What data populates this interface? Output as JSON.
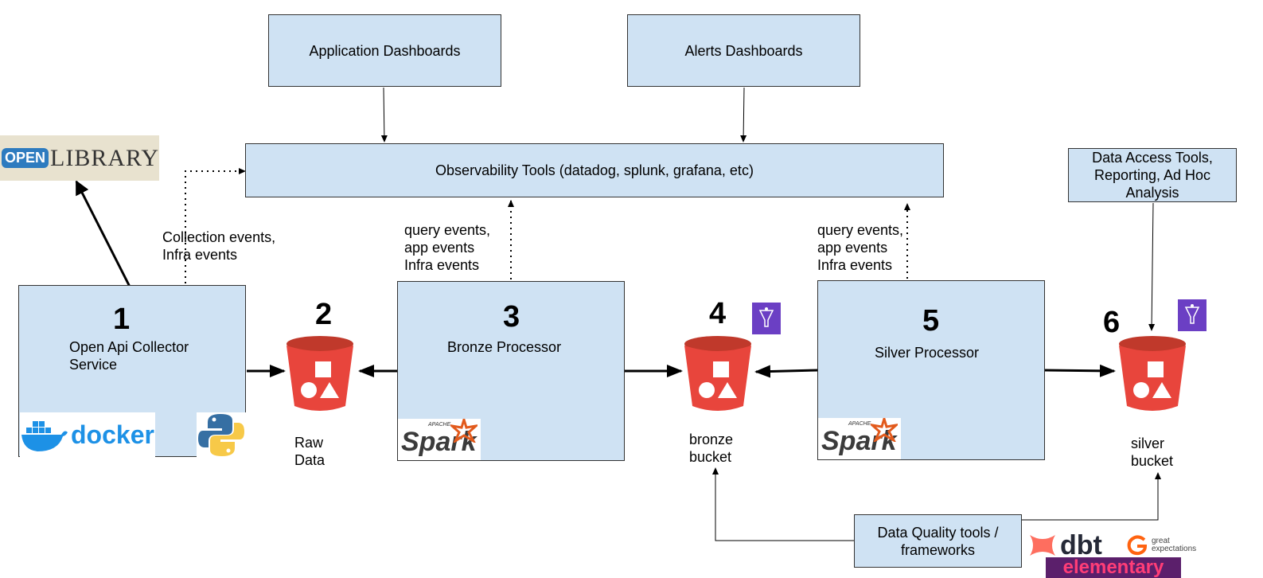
{
  "top_boxes": {
    "app_dashboards": "Application Dashboards",
    "alerts_dashboards": "Alerts Dashboards"
  },
  "observability": "Observability Tools (datadog, splunk, grafana, etc)",
  "data_access": "Data Access Tools,\nReporting, Ad Hoc\nAnalysis",
  "data_quality": "Data Quality tools /\nframeworks",
  "event_labels": {
    "collector": "Collection events,\nInfra events",
    "bronze": "query events,\napp events\nInfra events",
    "silver": "query events,\napp events\nInfra events"
  },
  "stages": [
    {
      "number": "1",
      "label": "Open Api Collector\nService"
    },
    {
      "number": "2",
      "label": "Raw\nData"
    },
    {
      "number": "3",
      "label": "Bronze Processor"
    },
    {
      "number": "4",
      "label": "bronze\nbucket"
    },
    {
      "number": "5",
      "label": "Silver Processor"
    },
    {
      "number": "6",
      "label": "silver\nbucket"
    }
  ],
  "logos": {
    "open_library": [
      "OPEN",
      "LIBRARY"
    ],
    "docker": "docker",
    "spark_small": "APACHE",
    "spark": "Spark",
    "dbt": "dbt",
    "great_expectations": "great\nexpectations",
    "elementary": "elementary"
  },
  "icons": [
    "s3-bucket-icon",
    "docker-whale-icon",
    "python-icon",
    "spark-star-icon",
    "glue-databrew-icon",
    "dbt-icon",
    "great-expectations-icon"
  ],
  "colors": {
    "box_fill": "#cfe2f3",
    "bucket_red": "#e8453c",
    "databrew_purple": "#6b3fc4",
    "docker_blue": "#1d91e6",
    "spark_orange": "#e25a1c",
    "elementary_purple": "#5b1f6b"
  }
}
